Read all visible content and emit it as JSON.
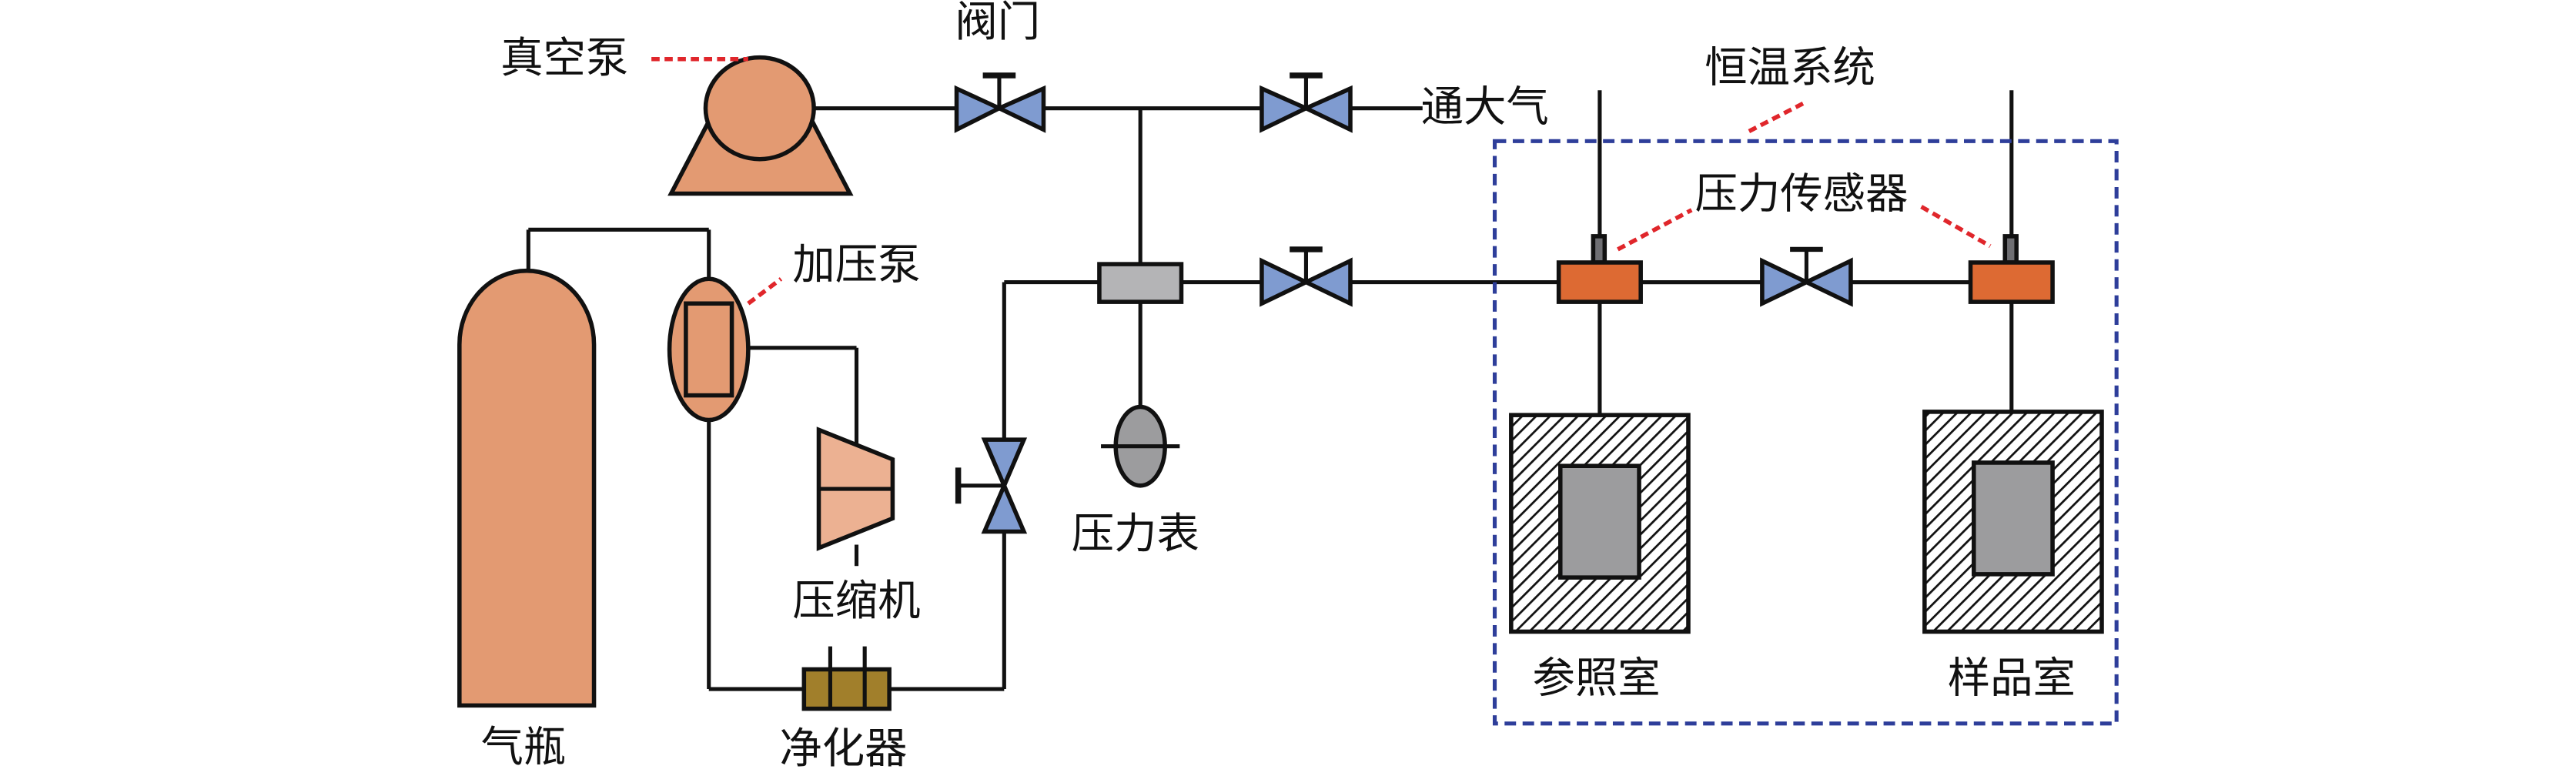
{
  "diagram": {
    "labels": {
      "vacuum_pump": "真空泵",
      "valve": "阀门",
      "to_atmosphere": "通大气",
      "thermostatic_system": "恒温系统",
      "pressure_sensor": "压力传感器",
      "booster_pump": "加压泵",
      "compressor": "压缩机",
      "pressure_gauge": "压力表",
      "gas_cylinder": "气瓶",
      "purifier": "净化器",
      "reference_chamber": "参照室",
      "sample_chamber": "样品室"
    },
    "colors": {
      "pump_fill": "#e39a72",
      "compressor_fill": "#ecb192",
      "valve_fill": "#7f9bd0",
      "sensor_fill": "#dd6a33",
      "purifier_fill": "#a17f2b",
      "manifold_fill": "#b4b4b6",
      "chamber_core": "#9c9c9e",
      "leader_line": "#e0262b",
      "thermostat_box": "#2e3e9a"
    }
  }
}
